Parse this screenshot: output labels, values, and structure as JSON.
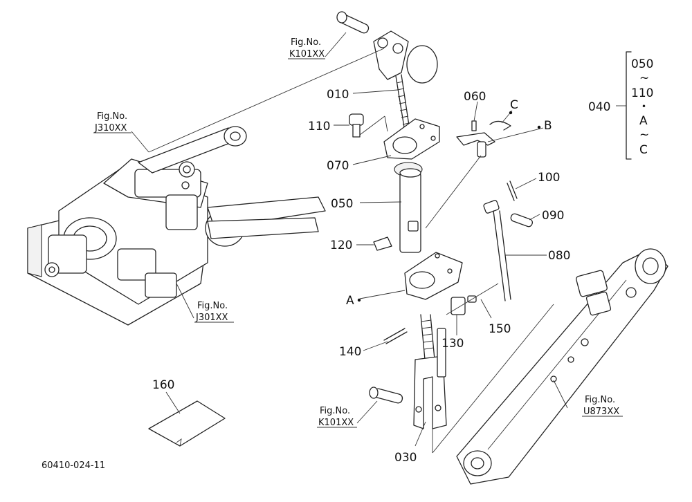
{
  "diagram_code": "60410-024-11",
  "fig_refs": [
    {
      "id": "k101-top",
      "caption": "Fig.No.",
      "code": "K101XX"
    },
    {
      "id": "j310",
      "caption": "Fig.No.",
      "code": "J310XX"
    },
    {
      "id": "j301",
      "caption": "Fig.No.",
      "code": "J301XX"
    },
    {
      "id": "k101-bottom",
      "caption": "Fig.No.",
      "code": "K101XX"
    },
    {
      "id": "u873",
      "caption": "Fig.No.",
      "code": "U873XX"
    }
  ],
  "parts": [
    {
      "id": "010",
      "label": "010"
    },
    {
      "id": "030",
      "label": "030"
    },
    {
      "id": "050",
      "label": "050"
    },
    {
      "id": "060",
      "label": "060"
    },
    {
      "id": "070",
      "label": "070"
    },
    {
      "id": "080",
      "label": "080"
    },
    {
      "id": "090",
      "label": "090"
    },
    {
      "id": "100",
      "label": "100"
    },
    {
      "id": "110",
      "label": "110"
    },
    {
      "id": "120",
      "label": "120"
    },
    {
      "id": "130",
      "label": "130"
    },
    {
      "id": "140",
      "label": "140"
    },
    {
      "id": "150",
      "label": "150"
    },
    {
      "id": "160",
      "label": "160"
    }
  ],
  "letter_refs": [
    "A",
    "B",
    "C"
  ],
  "assembly_group": {
    "label": "040",
    "items": [
      "050",
      "~",
      "110",
      "・",
      "A",
      "~",
      "C"
    ]
  }
}
